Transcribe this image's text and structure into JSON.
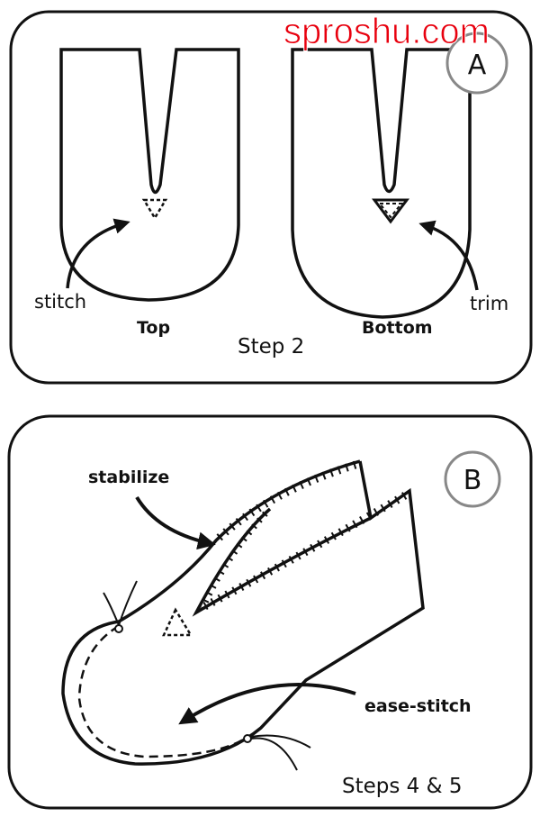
{
  "watermark": "sproshu.com",
  "panel_a": {
    "badge": "A",
    "label_stitch": "stitch",
    "label_top": "Top",
    "label_bottom": "Bottom",
    "label_trim": "trim",
    "caption": "Step 2"
  },
  "panel_b": {
    "badge": "B",
    "label_stabilize": "stabilize",
    "label_ease_stitch": "ease-stitch",
    "caption": "Steps 4 & 5"
  },
  "colors": {
    "ink": "#111111",
    "watermark": "#e8000e",
    "badge_ring": "#888888"
  }
}
